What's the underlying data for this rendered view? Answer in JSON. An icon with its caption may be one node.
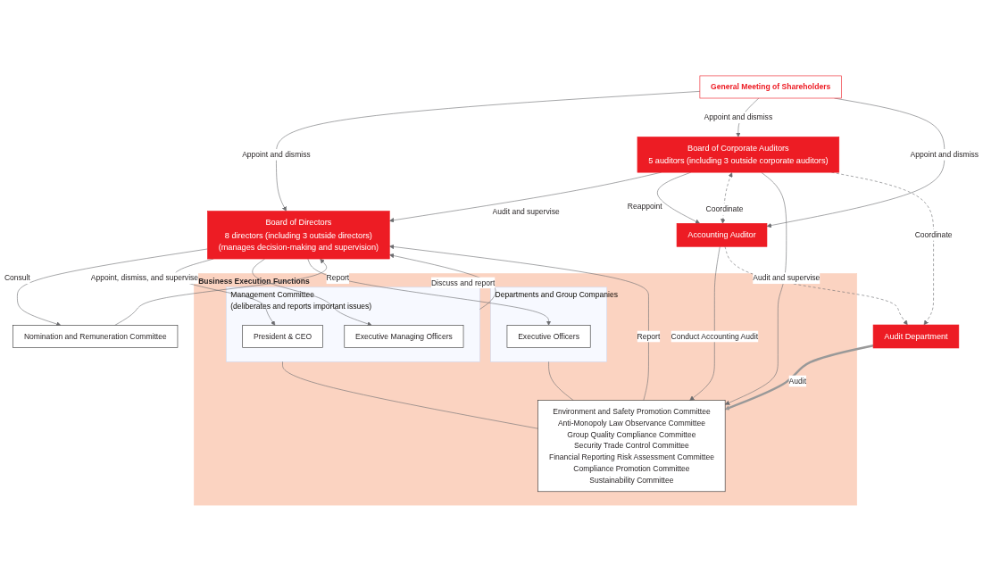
{
  "diagram": {
    "nodes": [
      {
        "text": [
          "General Meeting of Shareholders"
        ]
      },
      {
        "text": [
          "Board of Directors",
          "8 directors (including 3 outside directors)",
          "(manages decision-making and supervision)"
        ]
      },
      {
        "text": [
          "Board of Corporate Auditors",
          "5 auditors (including 3 outside corporate auditors)"
        ]
      },
      {
        "text": [
          "Accounting Auditor"
        ]
      },
      {
        "text": [
          "Nomination and Remuneration Committee"
        ]
      },
      {
        "text": [
          "Business Execution Functions"
        ]
      },
      {
        "text": [
          "Management Committee",
          "(deliberates and reports important issues)"
        ],
        "in": 5
      },
      {
        "text": [
          "President & CEO"
        ],
        "in": 6
      },
      {
        "text": [
          "Executive Managing Officers"
        ],
        "in": 6
      },
      {
        "text": [
          "Departments and Group Companies"
        ],
        "in": 5
      },
      {
        "text": [
          "Executive Officers"
        ],
        "in": 9
      },
      {
        "text": [
          "Environment and Safety Promotion Committee",
          "Anti-Monopoly Law Observance Committee",
          "Group Quality Compliance Committee",
          "Security Trade Control Committee",
          "Financial Reporting Risk Assessment Committee",
          "Compliance Promotion Committee",
          "Sustainability Committee"
        ],
        "in": 5
      },
      {
        "text": [
          "Audit Department"
        ]
      }
    ],
    "edges": [
      {
        "from": 0,
        "to": 1,
        "arrow": "to",
        "label": "Appoint and dismiss"
      },
      {
        "from": 0,
        "to": 2,
        "arrow": "to",
        "label": "Appoint and dismiss"
      },
      {
        "from": 0,
        "to": 3,
        "arrow": "to",
        "label": "Appoint and dismiss"
      },
      {
        "from": 2,
        "to": 1,
        "arrow": "to",
        "label": "Audit and supervise"
      },
      {
        "from": 2,
        "to": 3,
        "arrow": "to",
        "label": "Reappoint"
      },
      {
        "from": 2,
        "to": 3,
        "arrow": "both",
        "label": "Coordinate",
        "style": "dashed"
      },
      {
        "from": 1,
        "to": 4,
        "arrow": "to",
        "label": "Consult"
      },
      {
        "from": 4,
        "to": 1,
        "arrow": "to",
        "label": "Report"
      },
      {
        "from": 11,
        "to": 1,
        "arrow": "to",
        "label": "Report"
      },
      {
        "from": 6,
        "to": 1,
        "arrow": "to",
        "label": "Discuss and report"
      },
      {
        "from": 2,
        "to": 11,
        "arrow": "to",
        "label": "Audit and supervise"
      },
      {
        "from": 3,
        "to": 11,
        "arrow": "to",
        "label": "Conduct Accounting Audit"
      },
      {
        "from": 2,
        "to": 12,
        "arrow": "to",
        "label": "Coordinate",
        "style": "dashed"
      },
      {
        "from": 3,
        "to": 12,
        "arrow": "to",
        "style": "dashed"
      },
      {
        "from": 12,
        "to": 11,
        "arrow": "to",
        "label": "Audit",
        "style": "thick",
        "color": "#999999"
      },
      {
        "from": 1,
        "to": 7,
        "arrow": "to",
        "label": "Appoint, dismiss, and supervise"
      },
      {
        "from": 1,
        "to": 8,
        "arrow": "to"
      },
      {
        "from": 1,
        "to": 10,
        "arrow": "to"
      },
      {
        "from": 6,
        "to": 11,
        "arrow": "none"
      },
      {
        "from": 9,
        "to": 11,
        "arrow": "none"
      }
    ]
  }
}
